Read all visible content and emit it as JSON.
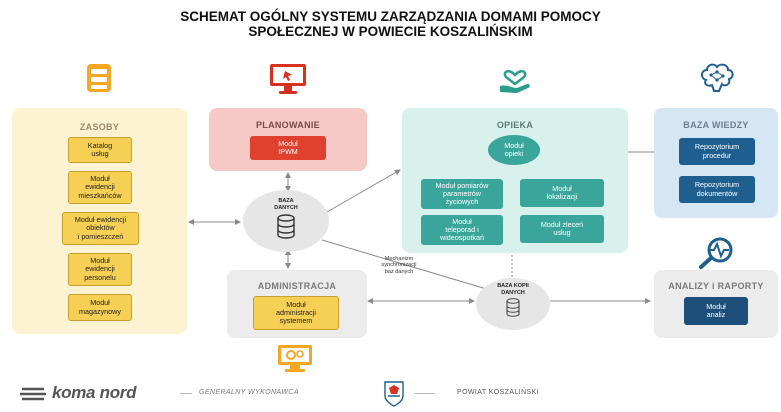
{
  "title_line1": "SCHEMAT OGÓLNY SYSTEMU ZARZĄDZANIA DOMAMI POMOCY",
  "title_line2": "SPOŁECZNEJ W POWIECIE KOSZALIŃSKIM",
  "zasoby": {
    "title": "ZASOBY",
    "modules": [
      "Katalog\nusług",
      "Moduł\newidencji\nmieszkańców",
      "Moduł ewidencji\nobiektów\ni pomieszczeń",
      "Moduł\newidencji\npersonelu",
      "Moduł\nmagazynowy"
    ]
  },
  "planowanie": {
    "title": "PLANOWANIE",
    "module": "Moduł\nIPWM"
  },
  "opieka": {
    "title": "OPIEKA",
    "main_module": "Moduł\nopieki",
    "modules": [
      "Moduł pomiarów\nparametrów\nżyciowych",
      "Moduł\nlokalizacji",
      "Moduł\nteleporad i\nwideospotkań",
      "Moduł zleceń\nusług"
    ]
  },
  "baza_wiedzy": {
    "title": "BAZA WIEDZY",
    "modules": [
      "Repozytorium\nprocedur",
      "Repozytorium\ndokumentów"
    ]
  },
  "baza_danych": {
    "label": "BAZA\nDANYCH"
  },
  "administracja": {
    "title": "ADMINISTRACJA",
    "module": "Moduł\nadministracji\nsystemem"
  },
  "mechanizm": "Mechanizm\nsynchronizacji\nbaz danych",
  "baza_kopii": {
    "label": "BAZA KOPII\nDANYCH"
  },
  "analizy": {
    "title": "ANALIZY i RAPORTY",
    "module": "Moduł\nanaliz"
  },
  "footer": {
    "logo_text": "koma nord",
    "contractor": "GENERALNY WYKONAWCA",
    "county": "POWIAT KOSZALIŃSKI"
  },
  "colors": {
    "zasoby_bg": "#fdf3d3",
    "planowanie_bg": "#f6c9c6",
    "opieka_bg": "#d9f1ec",
    "wiedza_bg": "#d5e6f4",
    "admin_bg": "#ececec",
    "analizy_bg": "#ececec",
    "icon_orange": "#f5a623",
    "icon_red": "#d9311f",
    "icon_teal": "#2a9d8f",
    "icon_blue": "#1f5f8f"
  },
  "icons": [
    "cabinet-icon",
    "monitor-icon",
    "heart-hand-icon",
    "brain-icon",
    "magnifier-pulse-icon",
    "monitor-gears-icon",
    "database-icon"
  ]
}
